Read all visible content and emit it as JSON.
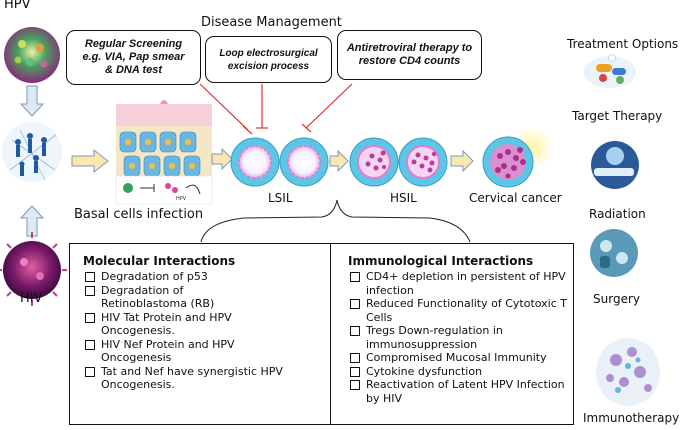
{
  "labels": {
    "hpv": "HPV",
    "hiv": "HIV",
    "disease_management": "Disease Management",
    "treatment_options": "Treatment Options",
    "basal_cells": "Basal cells infection",
    "lsil": "LSIL",
    "hsil": "HSIL",
    "cervical_cancer": "Cervical cancer",
    "inset_hpv": "HPV"
  },
  "management": [
    {
      "text": "Regular Screening e.g. VIA, Pap smear & DNA test"
    },
    {
      "text": "Loop electrosurgical excision process"
    },
    {
      "text": "Antiretroviral therapy to restore CD4 counts"
    }
  ],
  "treatments": [
    {
      "label": "Target Therapy",
      "icon": "pills-icon"
    },
    {
      "label": "Radiation",
      "icon": "radiation-machine-icon"
    },
    {
      "label": "Surgery",
      "icon": "surgery-icon"
    },
    {
      "label": "Immunotherapy",
      "icon": "immunotherapy-icon"
    }
  ],
  "molecular": {
    "title": "Molecular Interactions",
    "items": [
      "Degradation of p53",
      "Degradation of Retinoblastoma (RB)",
      "HIV Tat Protein and HPV Oncogenesis.",
      "HIV Nef Protein and HPV Oncogenesis",
      "Tat and Nef have synergistic HPV Oncogenesis."
    ]
  },
  "immunological": {
    "title": "Immunological Interactions",
    "items": [
      "CD4+ depletion in persistent of HPV infection",
      "Reduced Functionality of Cytotoxic T Cells",
      "Tregs Down-regulation in immunosuppression",
      "Compromised Mucosal Immunity",
      "Cytokine dysfunction",
      "Reactivation of Latent HPV Infection by HIV"
    ]
  },
  "colors": {
    "arrow_fill": "#fbe8b0",
    "arrow_stroke": "#7a9ab8",
    "inhibit": "#e03030",
    "cell_ring": "#5cc6e6",
    "cell_inner": "#e87ad0"
  }
}
